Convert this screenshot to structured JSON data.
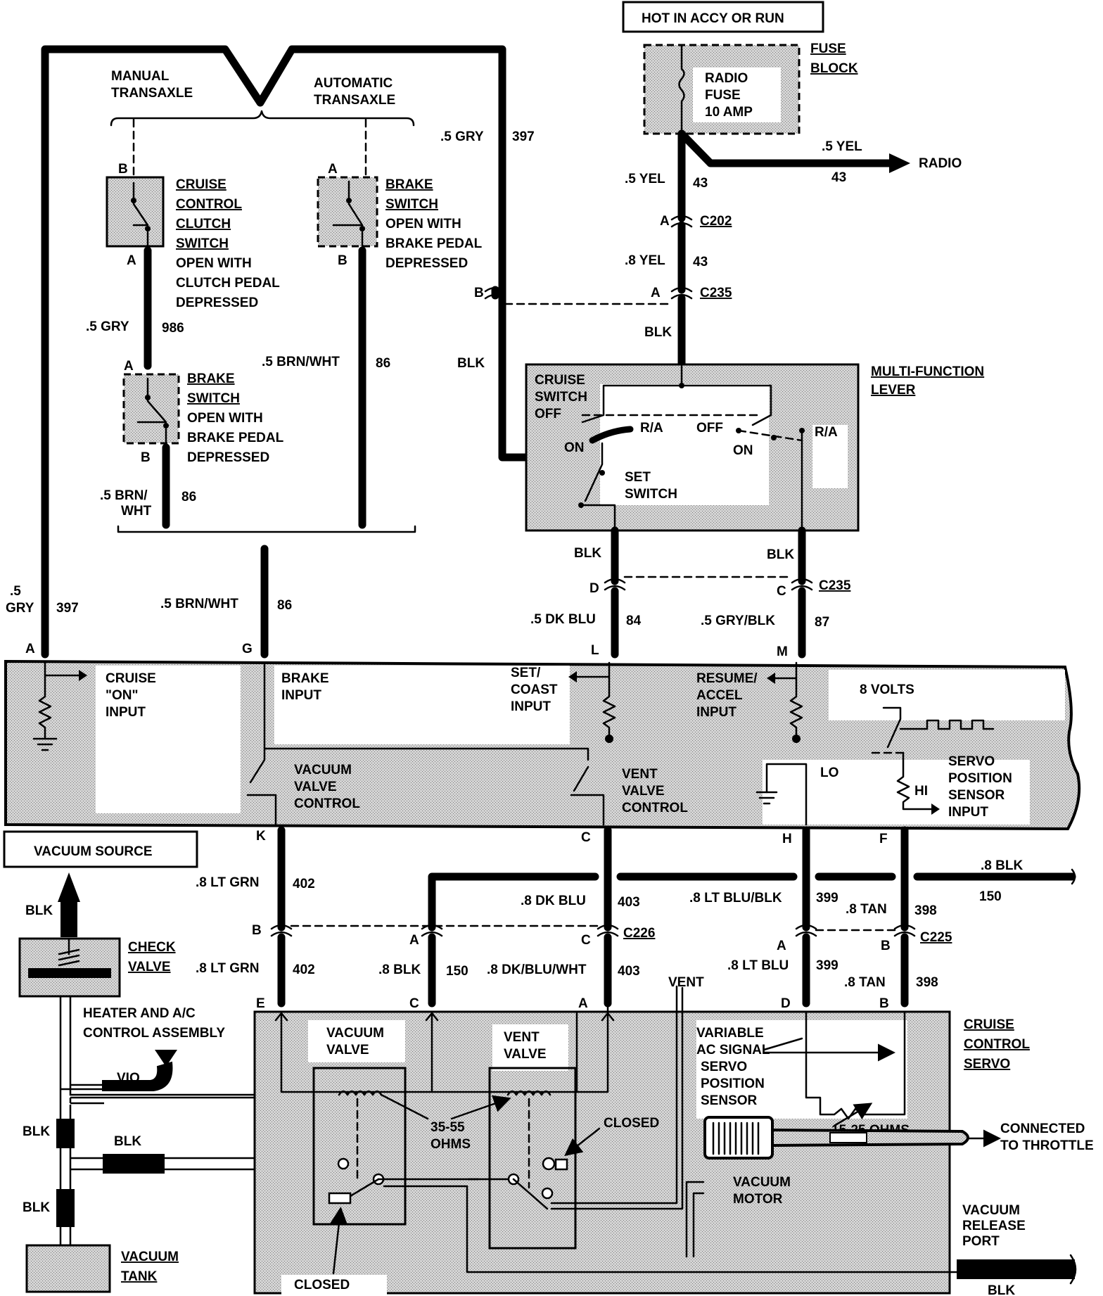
{
  "top": {
    "power_label": "HOT IN ACCY OR RUN",
    "fuse_block": [
      "FUSE",
      "BLOCK"
    ],
    "fuse": [
      "RADIO",
      "FUSE",
      "10 AMP"
    ],
    "radio": "RADIO"
  },
  "wires": {
    "yel_top": ".5 YEL",
    "yel_top_num": "43",
    "yel_radio": ".5 YEL",
    "yel_radio_num": "43",
    "yel_8": ".8 YEL",
    "yel_8_num": "43",
    "gry397": ".5 GRY",
    "gry397_num": "397",
    "gry986": ".5 GRY",
    "gry986_num": "986",
    "brnwht_a": ".5 BRN/WHT",
    "brnwht_a_num": "86",
    "brnwht_b": [
      ".5 BRN/",
      "WHT"
    ],
    "brnwht_b_num": "86",
    "brnwht_c": ".5 BRN/WHT",
    "brnwht_c_num": "86",
    "gry_left": [
      ".5",
      "GRY"
    ],
    "gry_left_num": "397",
    "blk_left": "BLK",
    "blk_center": "BLK",
    "blk_d": "BLK",
    "blk_c": "BLK",
    "dkblu": ".5 DK BLU",
    "dkblu_num": "84",
    "gryblk": ".5 GRY/BLK",
    "gryblk_num": "87",
    "ltgrn1": ".8 LT GRN",
    "ltgrn1_num": "402",
    "ltgrn2": ".8 LT GRN",
    "ltgrn2_num": "402",
    "dkblu8": ".8 DK BLU",
    "dkblu8_num": "403",
    "ltblublk": ".8 LT BLU/BLK",
    "ltblublk_num": "399",
    "tan1": ".8 TAN",
    "tan1_num": "398",
    "blk8": ".8 BLK",
    "blk8_num": "150",
    "blk8b": ".8 BLK",
    "blk8b_num": "150",
    "dkbluwht": ".8 DK/BLU/WHT",
    "dkbluwht_num": "403",
    "ltblu": ".8 LT BLU",
    "ltblu_num": "399",
    "tan2": ".8 TAN",
    "tan2_num": "398",
    "vent": "VENT"
  },
  "connectors": {
    "c202": "C202",
    "c235a": "C235",
    "c235b": "C235",
    "c226": "C226",
    "c225": "C225"
  },
  "pins": {
    "c202_a": "A",
    "c235_b": "B",
    "c235_a": "A",
    "d": "D",
    "c": "C",
    "l": "L",
    "m": "M",
    "a_mod": "A",
    "g_mod": "G",
    "k": "K",
    "c_mod": "C",
    "h": "H",
    "f": "F",
    "b226": "B",
    "a226": "A",
    "c226": "C",
    "a225": "A",
    "b225": "B",
    "e": "E",
    "c_srv": "C",
    "a_srv": "A",
    "d_srv": "D",
    "b_srv": "B",
    "sw1_b": "B",
    "sw1_a": "A",
    "sw2_a": "A",
    "sw2_b": "B",
    "sw3_a": "A",
    "sw3_b": "B"
  },
  "switches": {
    "manual": [
      "MANUAL",
      "TRANSAXLE"
    ],
    "automatic": [
      "AUTOMATIC",
      "TRANSAXLE"
    ],
    "clutch": [
      "CRUISE",
      "CONTROL",
      "CLUTCH",
      "SWITCH",
      "OPEN WITH",
      "CLUTCH PEDAL",
      "DEPRESSED"
    ],
    "brake_auto": [
      "BRAKE",
      "SWITCH",
      "OPEN WITH",
      "BRAKE PEDAL",
      "DEPRESSED"
    ],
    "brake_man": [
      "BRAKE",
      "SWITCH",
      "OPEN WITH",
      "BRAKE PEDAL",
      "DEPRESSED"
    ]
  },
  "mfl": {
    "title": [
      "MULTI-FUNCTION",
      "LEVER"
    ],
    "cruise_switch": [
      "CRUISE",
      "SWITCH"
    ],
    "off1": "OFF",
    "on1": "ON",
    "ra1": "R/A",
    "off2": "OFF",
    "on2": "ON",
    "ra2": "R/A",
    "set_switch": [
      "SET",
      "SWITCH"
    ]
  },
  "module": {
    "cruise_on": [
      "CRUISE",
      "\"ON\"",
      "INPUT"
    ],
    "brake_input": [
      "BRAKE",
      "INPUT"
    ],
    "set_coast": [
      "SET/",
      "COAST",
      "INPUT"
    ],
    "resume": [
      "RESUME/",
      "ACCEL",
      "INPUT"
    ],
    "volts": "8 VOLTS",
    "vacuum_valve_ctrl": [
      "VACUUM",
      "VALVE",
      "CONTROL"
    ],
    "vent_valve_ctrl": [
      "VENT",
      "VALVE",
      "CONTROL"
    ],
    "lo": "LO",
    "hi": "HI",
    "servo_sensor": [
      "SERVO",
      "POSITION",
      "SENSOR",
      "INPUT"
    ]
  },
  "vacuum": {
    "source": "VACUUM SOURCE",
    "blk_top": "BLK",
    "check_valve": [
      "CHECK",
      "VALVE"
    ],
    "heater": [
      "HEATER AND A/C",
      "CONTROL ASSEMBLY"
    ],
    "vio": "VIO",
    "blk_mid": "BLK",
    "blk_hose": "BLK",
    "blk_low": "BLK",
    "tank": [
      "VACUUM",
      "TANK"
    ]
  },
  "servo": {
    "title": [
      "CRUISE",
      "CONTROL",
      "SERVO"
    ],
    "vacuum_valve": [
      "VACUUM",
      "VALVE"
    ],
    "vent_valve": [
      "VENT",
      "VALVE"
    ],
    "ohms1": [
      "35-55",
      "OHMS"
    ],
    "variable": [
      "VARIABLE",
      "AC SIGNAL"
    ],
    "sensor": [
      "SERVO",
      "POSITION",
      "SENSOR"
    ],
    "ohms2": "15-25 OHMS",
    "closed_top": "CLOSED",
    "closed_bottom": "CLOSED",
    "vacuum_motor": [
      "VACUUM",
      "MOTOR"
    ],
    "throttle": [
      "CONNECTED",
      "TO THROTTLE"
    ],
    "release": [
      "VACUUM",
      "RELEASE",
      "PORT"
    ],
    "blk_release": "BLK"
  }
}
